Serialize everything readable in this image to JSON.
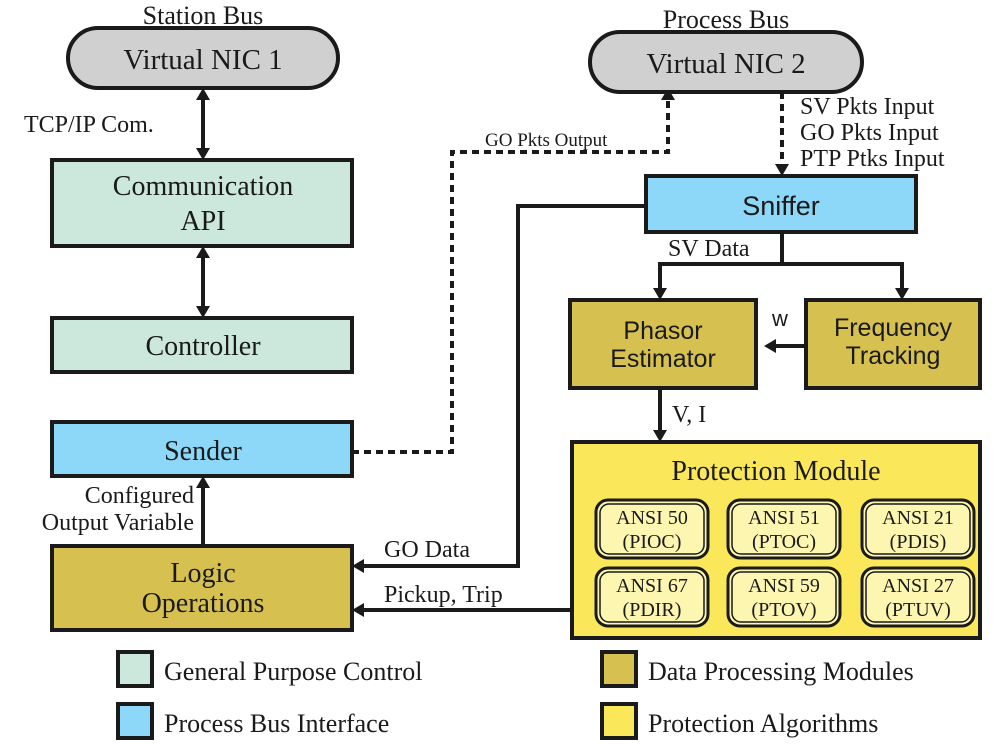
{
  "colors": {
    "general_purpose_control": "#cce8dc",
    "process_bus_interface": "#8dd8f8",
    "data_processing_modules": "#d6c050",
    "protection_algorithms": "#fae85a",
    "nic": "#d0d0d0",
    "stroke": "#1a1a1a"
  },
  "headers": {
    "station_bus": "Station Bus",
    "process_bus": "Process Bus"
  },
  "blocks": {
    "nic1": "Virtual NIC 1",
    "nic2": "Virtual NIC 2",
    "comm_api": [
      "Communication",
      "API"
    ],
    "controller": "Controller",
    "sender": "Sender",
    "logic": [
      "Logic",
      "Operations"
    ],
    "sniffer": "Sniffer",
    "phasor": [
      "Phasor",
      "Estimator"
    ],
    "frequency": [
      "Frequency",
      "Tracking"
    ],
    "protection_title": "Protection Module"
  },
  "protection_functions": [
    {
      "ansi": "ANSI 50",
      "code": "(PIOC)"
    },
    {
      "ansi": "ANSI 51",
      "code": "(PTOC)"
    },
    {
      "ansi": "ANSI 21",
      "code": "(PDIS)"
    },
    {
      "ansi": "ANSI 67",
      "code": "(PDIR)"
    },
    {
      "ansi": "ANSI 59",
      "code": "(PTOV)"
    },
    {
      "ansi": "ANSI 27",
      "code": "(PTUV)"
    }
  ],
  "labels": {
    "tcpip": "TCP/IP Com.",
    "go_pkts_output": "GO Pkts Output",
    "inputs": [
      "SV Pkts Input",
      "GO Pkts Input",
      "PTP Ptks Input"
    ],
    "sv_data": "SV Data",
    "w": "w",
    "vi": "V, I",
    "configured": [
      "Configured",
      "Output Variable"
    ],
    "go_data": "GO Data",
    "pickup_trip": "Pickup, Trip"
  },
  "legend": [
    {
      "label": "General Purpose Control",
      "color_key": "general_purpose_control"
    },
    {
      "label": "Data Processing Modules",
      "color_key": "data_processing_modules"
    },
    {
      "label": "Process Bus Interface",
      "color_key": "process_bus_interface"
    },
    {
      "label": "Protection Algorithms",
      "color_key": "protection_algorithms"
    }
  ]
}
